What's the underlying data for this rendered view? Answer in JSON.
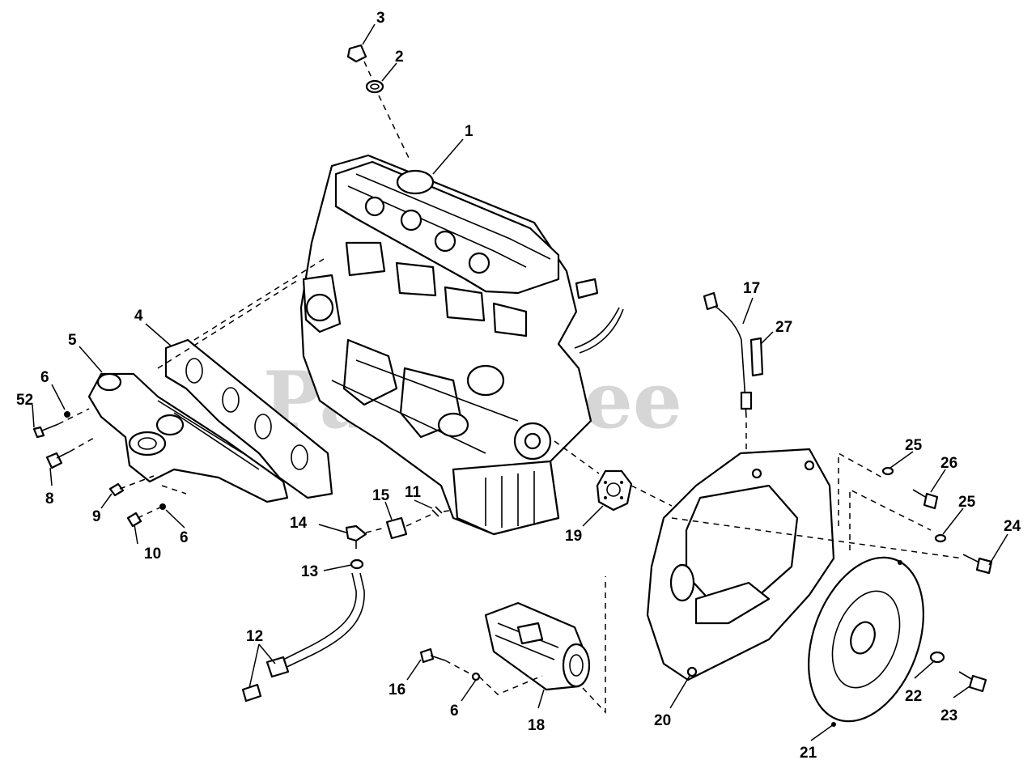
{
  "watermark": "PartsTree",
  "callouts": [
    {
      "id": "c1",
      "label": "1"
    },
    {
      "id": "c2",
      "label": "2"
    },
    {
      "id": "c3",
      "label": "3"
    },
    {
      "id": "c4",
      "label": "4"
    },
    {
      "id": "c5",
      "label": "5"
    },
    {
      "id": "c6a",
      "label": "6"
    },
    {
      "id": "c6b",
      "label": "6"
    },
    {
      "id": "c6c",
      "label": "6"
    },
    {
      "id": "c8",
      "label": "8"
    },
    {
      "id": "c9",
      "label": "9"
    },
    {
      "id": "c10",
      "label": "10"
    },
    {
      "id": "c11",
      "label": "11"
    },
    {
      "id": "c12",
      "label": "12"
    },
    {
      "id": "c13",
      "label": "13"
    },
    {
      "id": "c14",
      "label": "14"
    },
    {
      "id": "c15",
      "label": "15"
    },
    {
      "id": "c16",
      "label": "16"
    },
    {
      "id": "c17",
      "label": "17"
    },
    {
      "id": "c18",
      "label": "18"
    },
    {
      "id": "c19",
      "label": "19"
    },
    {
      "id": "c20",
      "label": "20"
    },
    {
      "id": "c21",
      "label": "21"
    },
    {
      "id": "c22",
      "label": "22"
    },
    {
      "id": "c23",
      "label": "23"
    },
    {
      "id": "c24",
      "label": "24"
    },
    {
      "id": "c25a",
      "label": "25"
    },
    {
      "id": "c25b",
      "label": "25"
    },
    {
      "id": "c26",
      "label": "26"
    },
    {
      "id": "c27",
      "label": "27"
    },
    {
      "id": "c52",
      "label": "52"
    }
  ]
}
